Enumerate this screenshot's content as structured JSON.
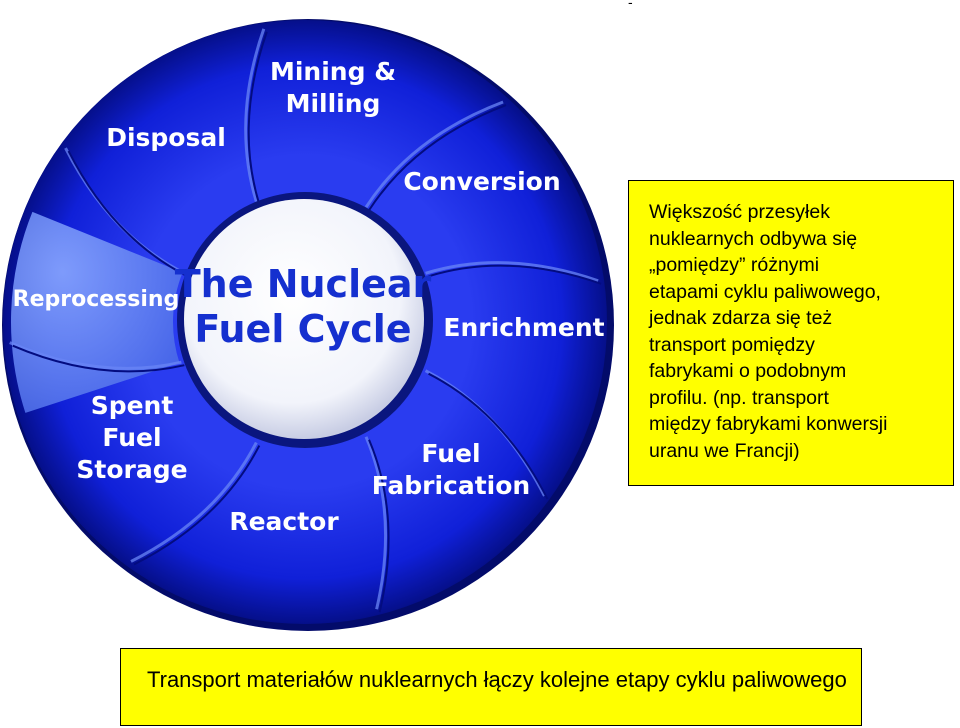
{
  "diagram": {
    "center_title": [
      "The Nuclear",
      "Fuel Cycle"
    ],
    "segments": [
      {
        "key": "mining",
        "lines": [
          "Mining &",
          "Milling"
        ]
      },
      {
        "key": "conversion",
        "lines": [
          "Conversion"
        ]
      },
      {
        "key": "enrichment",
        "lines": [
          "Enrichment"
        ]
      },
      {
        "key": "fabrication",
        "lines": [
          "Fuel",
          "Fabrication"
        ]
      },
      {
        "key": "reactor",
        "lines": [
          "Reactor"
        ]
      },
      {
        "key": "spent",
        "lines": [
          "Spent",
          "Fuel",
          "Storage"
        ]
      },
      {
        "key": "reprocessing",
        "lines": [
          "Reprocessing"
        ]
      },
      {
        "key": "disposal",
        "lines": [
          "Disposal"
        ]
      }
    ],
    "colors": {
      "ring_blue": "#1024e0",
      "ring_dark": "#020a7a",
      "highlight": "#6a8ef0",
      "center_text": "#1530cf",
      "note_bg": "#ffff00"
    }
  },
  "note": {
    "lines": [
      "Większość przesyłek",
      "nuklearnych odbywa się",
      "„pomiędzy” różnymi",
      "etapami cyklu paliwowego,",
      "jednak zdarza się też",
      "transport pomiędzy",
      "fabrykami o podobnym",
      "profilu. (np. transport",
      "między fabrykami konwersji",
      "uranu we Francji)"
    ]
  },
  "caption": "Transport materiałów nuklearnych łączy kolejne etapy cyklu paliwowego",
  "corner_mark": "-"
}
